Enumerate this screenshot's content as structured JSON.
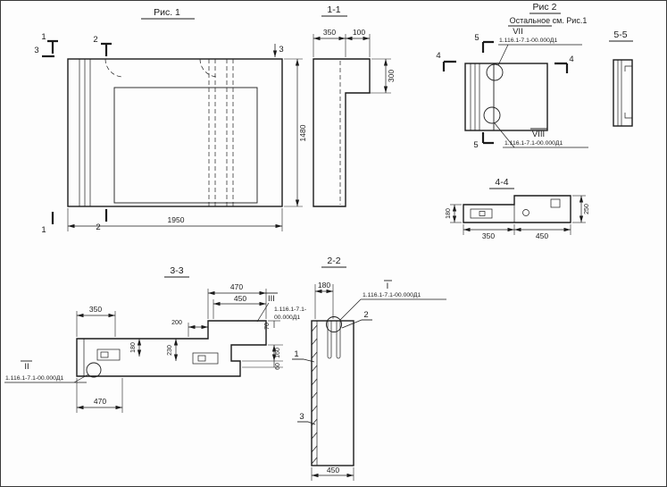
{
  "fig1": {
    "title": "Рис. 1",
    "dim_width": "1950",
    "dim_height": "1480",
    "cut1_top": "1",
    "cut1_bottom": "1",
    "cut2_top": "2",
    "cut2_bottom": "2",
    "cut3_left": "3",
    "cut3_right": "3"
  },
  "sec11": {
    "title": "1-1",
    "dim_350": "350",
    "dim_100": "100",
    "dim_300": "300"
  },
  "fig2": {
    "title": "Рис 2",
    "subtitle": "Остальное см. Рис.1",
    "callout_vii_label": "VII",
    "callout_vii_ref": "1.116.1-7.1-00.000Д1",
    "callout_viii_label": "VIII",
    "callout_viii_ref": "1.116.1-7.1-00.000Д1",
    "cut5_top": "5",
    "cut5_bottom": "5",
    "cut4_left": "4",
    "cut4_right": "4"
  },
  "sec55": {
    "title": "5-5"
  },
  "sec44": {
    "title": "4-4",
    "dim_180": "180",
    "dim_250": "250",
    "dim_350": "350",
    "dim_450": "450"
  },
  "sec33": {
    "title": "3-3",
    "dim_350": "350",
    "dim_470_top": "470",
    "dim_450": "450",
    "dim_200": "200",
    "dim_180": "180",
    "dim_230": "230",
    "dim_70": "70",
    "dim_160": "160",
    "dim_60": "60",
    "dim_470_bottom": "470",
    "callout_ii_label": "II",
    "callout_ii_ref": "1.116.1-7.1-00.000Д1",
    "callout_iii_label": "III",
    "callout_iii_ref1": "1.116.1-7.1-",
    "callout_iii_ref2": "00.000Д1"
  },
  "sec22": {
    "title": "2-2",
    "dim_180": "180",
    "dim_450": "450",
    "callout_i_label": "I",
    "callout_i_ref": "1.116.1-7.1-00.000Д1",
    "part1": "1",
    "part2": "2",
    "part3": "3"
  }
}
